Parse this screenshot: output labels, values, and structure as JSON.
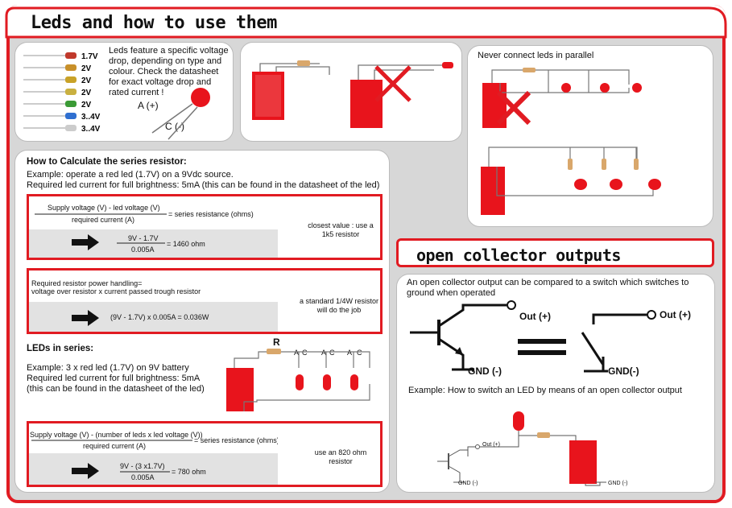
{
  "title": "Leds and how to use them",
  "intro": {
    "text": "Leds feature a specific voltage drop, depending on type and colour. Check the datasheet for exact voltage drop and rated current !",
    "led_voltages": [
      {
        "label": "1.7V",
        "color": "#c0392b"
      },
      {
        "label": "2V",
        "color": "#c8902a"
      },
      {
        "label": "2V",
        "color": "#c9a227"
      },
      {
        "label": "2V",
        "color": "#c9b040"
      },
      {
        "label": "2V",
        "color": "#3a9a35"
      },
      {
        "label": "3..4V",
        "color": "#2f6fd0"
      },
      {
        "label": "3..4V",
        "color": "#cccccc"
      }
    ],
    "anode": "A (+)",
    "cathode": "C (-)"
  },
  "parallel": {
    "label": "Never connect leds in parallel"
  },
  "calc": {
    "heading": "How to Calculate the series resistor:",
    "example": "Example: operate a red led (1.7V) on a 9Vdc source.",
    "current": "Required led current for full brightness: 5mA (this can be found in the datasheet of the led)",
    "formula_num": "Supply voltage (V) - led voltage (V)",
    "formula_den": "required current (A)",
    "formula_res": "= series resistance (ohms)",
    "calc_num": "9V - 1.7V",
    "calc_den": "0.005A",
    "calc_res": "= 1460 ohm",
    "result": "closest value : use a 1k5 resistor",
    "power_line1": "Required resistor power handling=",
    "power_line2": "voltage over resistor x current passed trough resistor",
    "power_calc": "(9V - 1.7V) x 0.005A = 0.036W",
    "power_result": "a standard 1/4W resistor will do the job"
  },
  "series": {
    "heading": "LEDs in series:",
    "example": "Example: 3 x red led (1.7V) on 9V battery",
    "current": "Required led current for full brightness: 5mA",
    "note": "(this can be found in the datasheet of the led)",
    "resistor_label": "R",
    "led_labels": [
      "A",
      "C",
      "A",
      "C",
      "A",
      "C"
    ],
    "formula_num": "Supply voltage (V) - (number of leds x led voltage (V))",
    "formula_den": "required current (A)",
    "formula_res": "= series resistance (ohms)",
    "calc_num": "9V - (3 x1.7V)",
    "calc_den": "0.005A",
    "calc_res": "= 780 ohm",
    "result": "use an 820 ohm resistor"
  },
  "open_collector": {
    "title": "open collector outputs",
    "description": "An open collector output can be compared to a switch which switches to ground when operated",
    "out_label": "Out (+)",
    "gnd_label_left": "GND (-)",
    "gnd_label_right": "GND(-)",
    "example": "Example: How to switch an LED by means of an open collector output",
    "small_out": "Out (+)",
    "small_gnd1": "GND (-)",
    "small_gnd2": "GND (-)"
  },
  "colors": {
    "accent": "#e11b22",
    "panel_bg": "#d7d7d7",
    "led_red": "#e8141c"
  }
}
